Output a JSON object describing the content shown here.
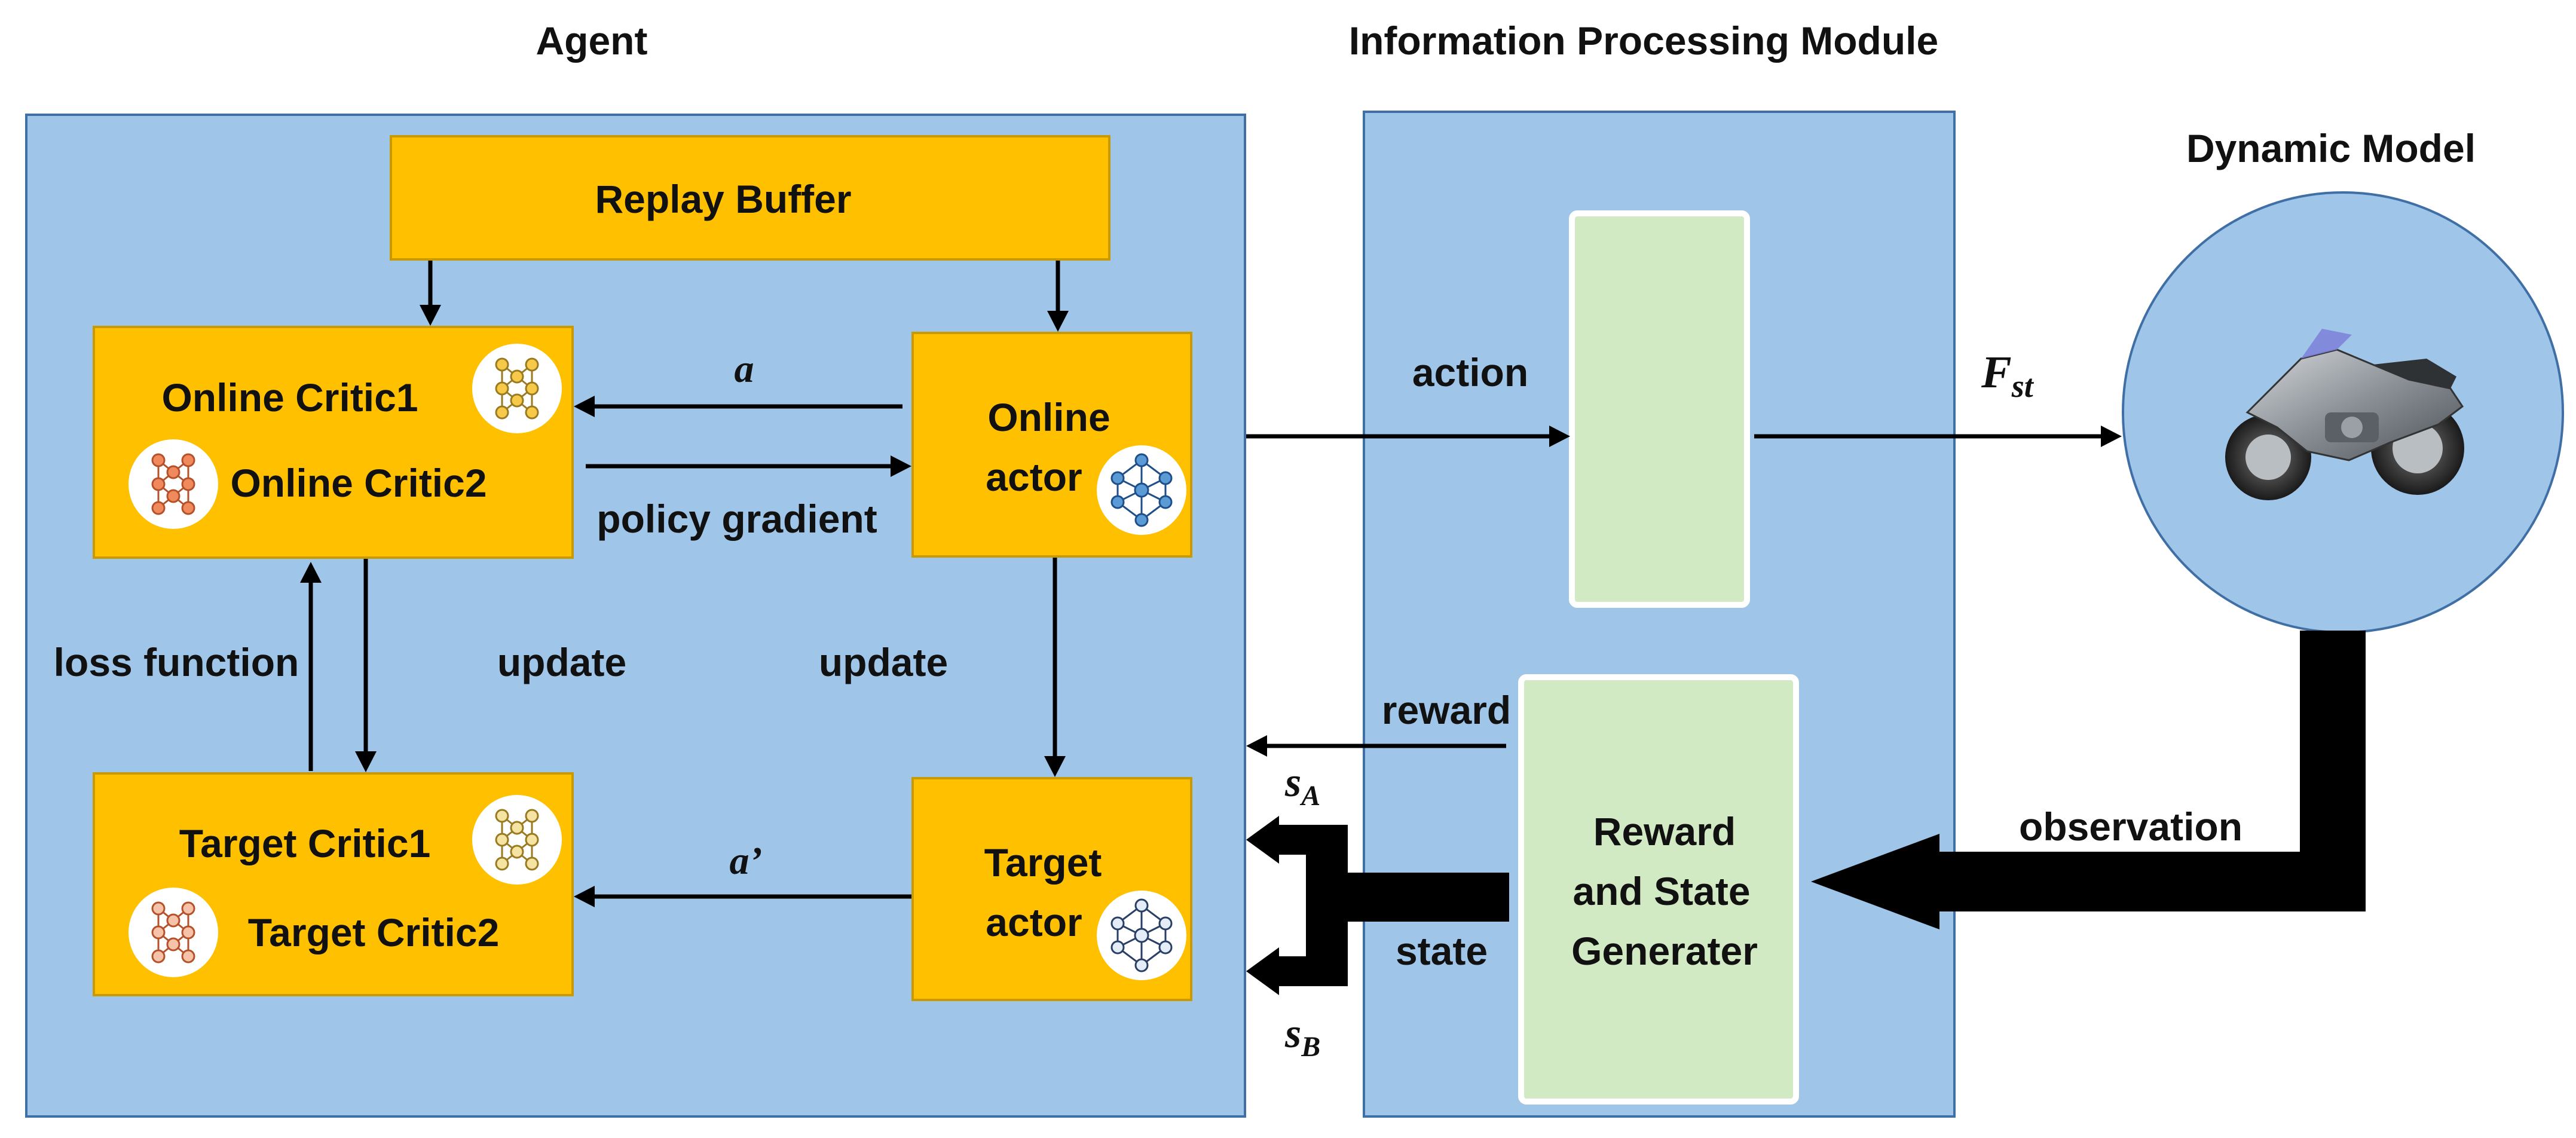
{
  "titles": {
    "agent": "Agent",
    "ipm": "Information Processing Module",
    "dynamic": "Dynamic Model"
  },
  "boxes": {
    "replay_buffer": "Replay Buffer",
    "online_critic1": "Online Critic1",
    "online_critic2": "Online Critic2",
    "online_actor_line1": "Online",
    "online_actor_line2": "actor",
    "target_critic1": "Target Critic1",
    "target_critic2": "Target Critic2",
    "target_actor_line1": "Target",
    "target_actor_line2": "actor",
    "generator_line1": "Reward",
    "generator_line2": "and State",
    "generator_line3": "Generater"
  },
  "labels": {
    "a": "a",
    "a_prime": "a’",
    "policy_gradient": "policy gradient",
    "loss_function": "loss function",
    "update_left": "update",
    "update_right": "update",
    "action": "action",
    "f_st_main": "F",
    "f_st_sub": "st",
    "reward": "reward",
    "observation": "observation",
    "state": "state",
    "s_a_main": "s",
    "s_a_sub": "A",
    "s_b_main": "s",
    "s_b_sub": "B"
  },
  "icons": {
    "network": "neural-network-icon",
    "graph": "graph-network-icon",
    "vehicle": "motorcycle-icon"
  },
  "colors": {
    "panel_fill": "#9fc5e8",
    "panel_border": "#3f6fa5",
    "box_fill": "#ffc000",
    "generator_fill": "#d2eac3",
    "arrow": "#000000",
    "dynamic_circle": "#9fc5e8"
  }
}
